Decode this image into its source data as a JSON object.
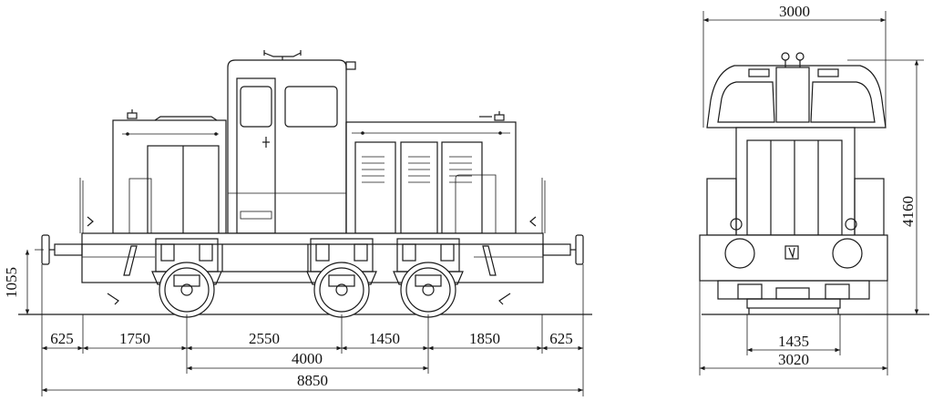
{
  "side_view": {
    "length_dims": [
      "625",
      "1750",
      "2550",
      "1450",
      "1850",
      "625"
    ],
    "wheelbase": "4000",
    "overall_length": "8850",
    "buffer_height": "1055"
  },
  "end_view": {
    "top_width": "3000",
    "height": "4160",
    "gauge": "1435",
    "bottom_width": "3020"
  },
  "colors": {
    "line": "#1a1a1a",
    "background": "#ffffff"
  }
}
